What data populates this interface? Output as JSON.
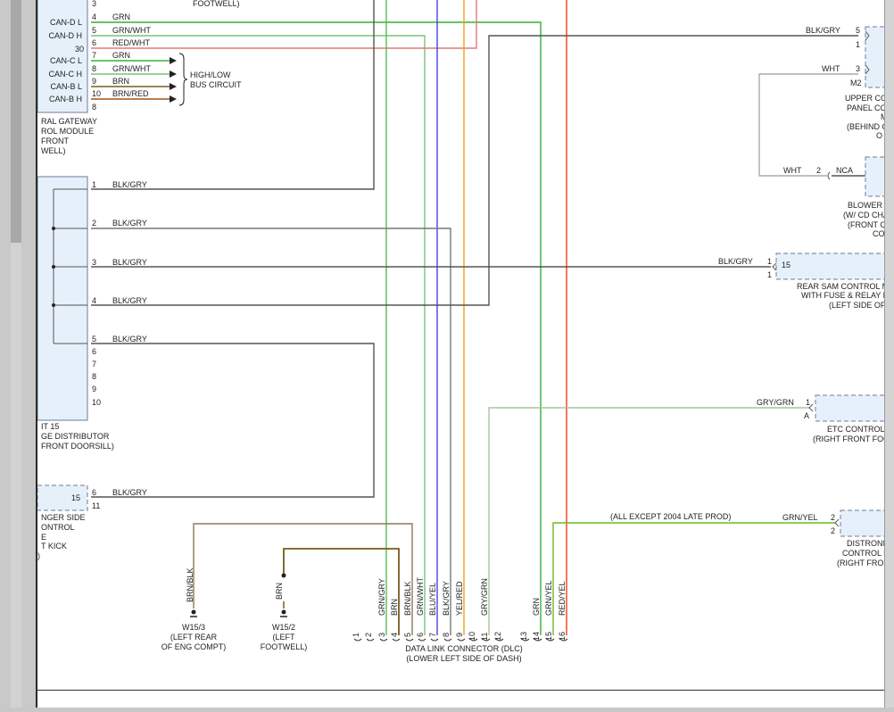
{
  "gateway": {
    "pin_labels": [
      "CAN-D L",
      "CAN-D H",
      "",
      "CAN-C L",
      "CAN-C H",
      "CAN-B L",
      "CAN-B H",
      ""
    ],
    "pins": [
      "3",
      "4",
      "5",
      "6",
      "30",
      "7",
      "8",
      "9",
      "10",
      "8"
    ],
    "wires": [
      "GRN",
      "GRN/WHT",
      "RED/WHT",
      "GRN",
      "GRN/WHT",
      "BRN",
      "BRN/RED"
    ],
    "caption": [
      "FOOTWELL)",
      "RAL GATEWAY",
      "ROL MODULE",
      "FRONT",
      "WELL)"
    ],
    "bus_note": [
      "HIGH/LOW",
      "BUS CIRCUIT"
    ]
  },
  "distributor": {
    "pins": [
      "1",
      "2",
      "3",
      "4",
      "5",
      "6",
      "7",
      "8",
      "9",
      "10"
    ],
    "wire": "BLK/GRY",
    "caption": [
      "IT 15",
      "GE DISTRIBUTOR",
      "FRONT DOORSILL)"
    ]
  },
  "passenger": {
    "pin_inner": "15",
    "pin_out": "6",
    "pin_low": "11",
    "wire": "BLK/GRY",
    "caption": [
      "NGER SIDE",
      "ONTROL",
      "E",
      "T KICK",
      ")"
    ]
  },
  "upper_panel": {
    "pins": [
      "5",
      "1",
      "3",
      "M2"
    ],
    "wires": [
      "BLK/GRY",
      "WHT"
    ],
    "caption": [
      "UPPER CO",
      "PANEL CO",
      "M",
      "(BEHIND C",
      "O"
    ]
  },
  "blower": {
    "pin": "2",
    "wire": "WHT",
    "nca": "NCA",
    "caption": [
      "BLOWER",
      "(W/ CD CHA",
      "(FRONT C",
      "CO"
    ]
  },
  "rear_sam": {
    "pins": [
      "1",
      "1",
      "15"
    ],
    "wire": "BLK/GRY",
    "caption": [
      "REAR SAM CONTROL M",
      "WITH FUSE & RELAY M",
      "(LEFT SIDE OF"
    ]
  },
  "etc": {
    "pins": [
      "1",
      "A"
    ],
    "wire": "GRY/GRN",
    "caption": [
      "ETC CONTROL M",
      "(RIGHT FRONT FOO"
    ]
  },
  "distronic": {
    "pins": [
      "2",
      "2"
    ],
    "wire": "GRN/YEL",
    "note": "(ALL EXCEPT 2004 LATE PROD)",
    "caption": [
      "DISTRONIC",
      "CONTROL M",
      "(RIGHT FRON"
    ]
  },
  "grounds": [
    {
      "wire": "BRN/BLK",
      "label": [
        "W15/3",
        "(LEFT REAR",
        "OF ENG COMPT)"
      ]
    },
    {
      "wire": "BRN",
      "label": [
        "W15/2",
        "(LEFT",
        "FOOTWELL)"
      ]
    }
  ],
  "dlc": {
    "pins": [
      "1",
      "2",
      "3",
      "4",
      "5",
      "6",
      "7",
      "8",
      "9",
      "10",
      "11",
      "12",
      "13",
      "14",
      "15",
      "16"
    ],
    "wires": [
      "GRN/GRY",
      "BRN",
      "BRN/BLK",
      "GRN/WHT",
      "BLU/YEL",
      "BLK/GRY",
      "YEL/RED",
      "GRY/GRN",
      "GRN",
      "GRN/YEL",
      "RED/YEL"
    ],
    "caption": [
      "DATA LINK CONNECTOR (DLC)",
      "(LOWER LEFT SIDE OF DASH)"
    ]
  },
  "colors": {
    "grn": "#33b233",
    "grn_wht": "#7ac27a",
    "red_wht": "#e07a7a",
    "brn": "#7a5a1a",
    "brn_red": "#a0521a",
    "blk_gry": "#555555",
    "blu_yel": "#4444dd",
    "yel_red": "#f0a020",
    "gry_grn": "#a8c4a0",
    "red_yel": "#f04010",
    "grn_yel": "#66bb22",
    "brn_blk": "#8a7a55",
    "wht": "#aaaaaa",
    "box_fill": "#e6f0fb"
  }
}
